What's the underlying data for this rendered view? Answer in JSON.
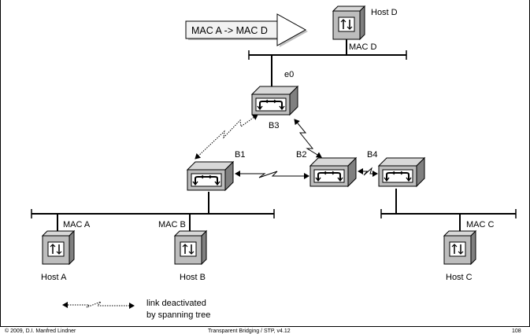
{
  "hosts": [
    {
      "id": "host-d",
      "label": "Host D",
      "mac": "MAC D"
    },
    {
      "id": "host-a",
      "label": "Host A",
      "mac": "MAC A"
    },
    {
      "id": "host-b",
      "label": "Host B",
      "mac": "MAC B"
    },
    {
      "id": "host-c",
      "label": "Host C",
      "mac": "MAC C"
    }
  ],
  "bridges": [
    {
      "id": "b1",
      "label": "B1"
    },
    {
      "id": "b2",
      "label": "B2"
    },
    {
      "id": "b3",
      "label": "B3"
    },
    {
      "id": "b4",
      "label": "B4"
    }
  ],
  "port_label": "e0",
  "frame_label": "MAC A -> MAC D",
  "legend": {
    "line1": "link deactivated",
    "line2": "by spanning tree"
  },
  "footer": {
    "copyright": "© 2009, D.I. Manfred Lindner",
    "title": "Transparent Bridging / STP, v4.12",
    "page": "108"
  }
}
